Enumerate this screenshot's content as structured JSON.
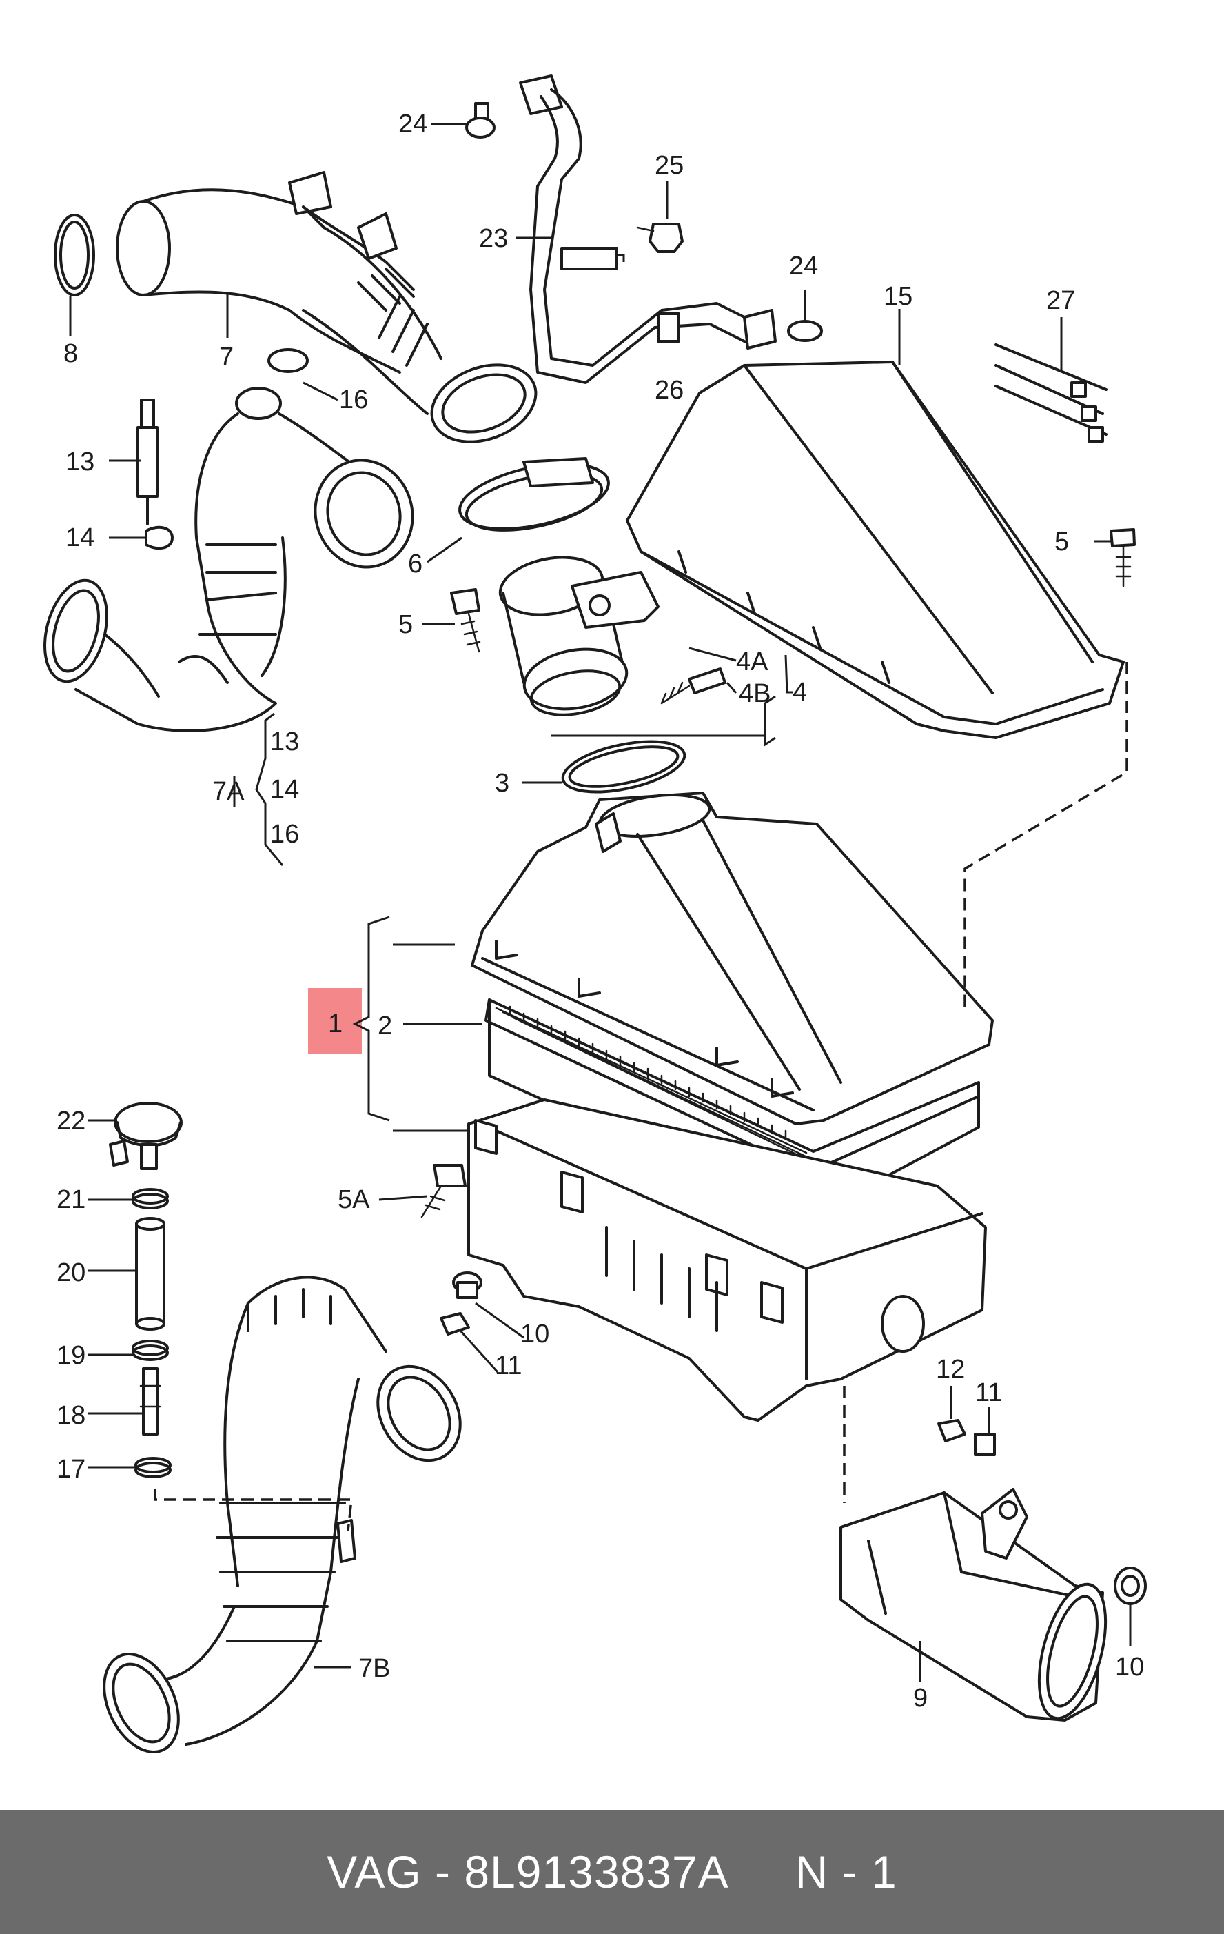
{
  "diagram": {
    "highlighted_callout": "1",
    "highlight_color": "#f4878a",
    "callouts": [
      "24",
      "25",
      "23",
      "24",
      "26",
      "15",
      "27",
      "8",
      "7",
      "16",
      "13",
      "14",
      "6",
      "5",
      "5",
      "4A",
      "4B",
      "4",
      "3",
      "7A",
      "13",
      "14",
      "16",
      "1",
      "2",
      "22",
      "21",
      "5A",
      "20",
      "10",
      "11",
      "19",
      "18",
      "12",
      "11",
      "17",
      "10",
      "9",
      "7B"
    ]
  },
  "footer": {
    "part_label": "VAG - 8L9133837A",
    "qty_label": "N - 1",
    "background": "#6b6b6b",
    "text_color": "#ffffff"
  }
}
